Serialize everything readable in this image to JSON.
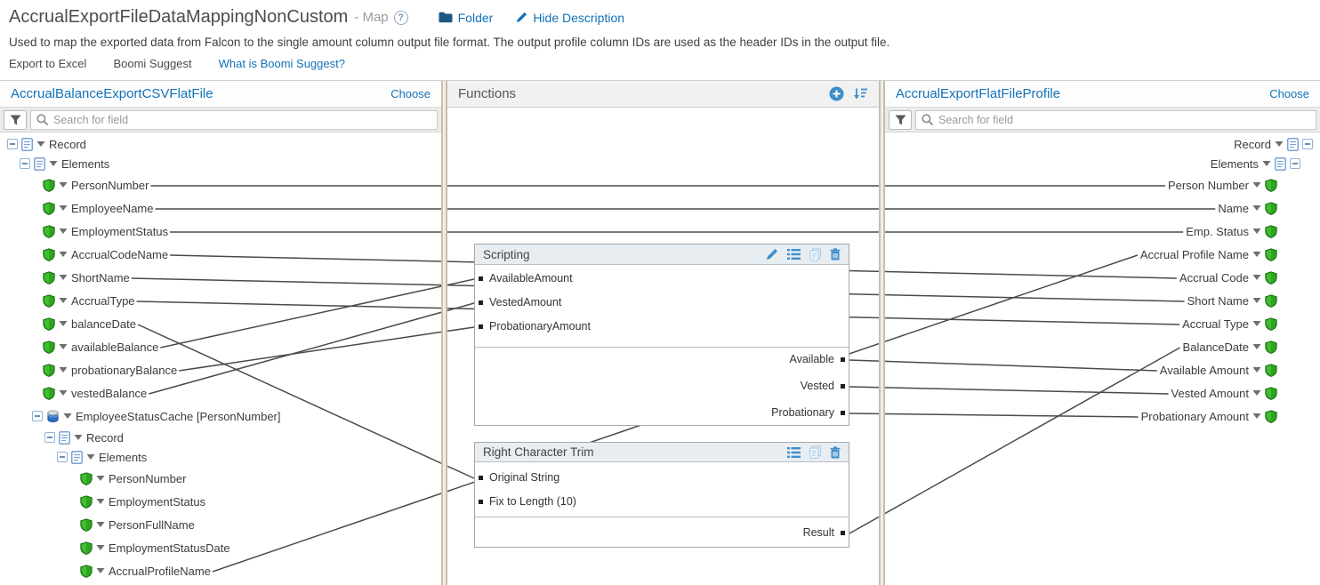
{
  "header": {
    "title": "AccrualExportFileDataMappingNonCustom",
    "subtitle": "- Map",
    "help_glyph": "?",
    "folder_label": "Folder",
    "hide_description_label": "Hide Description",
    "description": "Used to map the exported data from Falcon to the single amount column output file format. The output profile column IDs are used as the header IDs in the output file.",
    "actions": [
      {
        "label": "Export to Excel",
        "link": false
      },
      {
        "label": "Boomi Suggest",
        "link": false
      },
      {
        "label": "What is Boomi Suggest?",
        "link": true
      }
    ]
  },
  "left_panel": {
    "title": "AccrualBalanceExportCSVFlatFile",
    "choose_label": "Choose",
    "search_placeholder": "Search for field",
    "tree": [
      {
        "label": "Record",
        "kind": "group",
        "level": 0
      },
      {
        "label": "Elements",
        "kind": "group",
        "level": 1
      },
      {
        "id": "l-person",
        "label": "PersonNumber",
        "kind": "field",
        "level": 2
      },
      {
        "id": "l-empname",
        "label": "EmployeeName",
        "kind": "field",
        "level": 2
      },
      {
        "id": "l-empstatus",
        "label": "EmploymentStatus",
        "kind": "field",
        "level": 2
      },
      {
        "id": "l-accrualcode",
        "label": "AccrualCodeName",
        "kind": "field",
        "level": 2
      },
      {
        "id": "l-shortname",
        "label": "ShortName",
        "kind": "field",
        "level": 2
      },
      {
        "id": "l-accrualtype",
        "label": "AccrualType",
        "kind": "field",
        "level": 2
      },
      {
        "id": "l-balancedate",
        "label": "balanceDate",
        "kind": "field",
        "level": 2
      },
      {
        "id": "l-availbal",
        "label": "availableBalance",
        "kind": "field",
        "level": 2
      },
      {
        "id": "l-probbal",
        "label": "probationaryBalance",
        "kind": "field",
        "level": 2
      },
      {
        "id": "l-vestbal",
        "label": "vestedBalance",
        "kind": "field",
        "level": 2
      },
      {
        "label": "EmployeeStatusCache [PersonNumber]",
        "kind": "cache",
        "level": 2
      },
      {
        "label": "Record",
        "kind": "group",
        "level": 3
      },
      {
        "label": "Elements",
        "kind": "group",
        "level": 4
      },
      {
        "id": "l-c-person",
        "label": "PersonNumber",
        "kind": "field",
        "level": 5
      },
      {
        "id": "l-c-empstatus",
        "label": "EmploymentStatus",
        "kind": "field",
        "level": 5
      },
      {
        "id": "l-c-fullname",
        "label": "PersonFullName",
        "kind": "field",
        "level": 5
      },
      {
        "id": "l-c-statusdate",
        "label": "EmploymentStatusDate",
        "kind": "field",
        "level": 5
      },
      {
        "id": "l-cache-apn",
        "label": "AccrualProfileName",
        "kind": "field",
        "level": 5
      }
    ]
  },
  "functions_panel": {
    "title": "Functions",
    "boxes": [
      {
        "id": "scr",
        "title": "Scripting",
        "icons": [
          "edit",
          "list",
          "copy",
          "delete"
        ],
        "inputs": [
          "AvailableAmount",
          "VestedAmount",
          "ProbationaryAmount"
        ],
        "outputs": [
          "Available",
          "Vested",
          "Probationary"
        ]
      },
      {
        "id": "trim",
        "title": "Right Character Trim",
        "icons": [
          "list",
          "copy",
          "delete"
        ],
        "inputs": [
          "Original String",
          "Fix to Length (10)"
        ],
        "outputs": [
          "Result"
        ]
      }
    ]
  },
  "right_panel": {
    "title": "AccrualExportFlatFileProfile",
    "choose_label": "Choose",
    "search_placeholder": "Search for field",
    "tree": [
      {
        "label": "Record",
        "kind": "group",
        "level": 0
      },
      {
        "label": "Elements",
        "kind": "group",
        "level": 1
      },
      {
        "id": "r-person",
        "label": "Person Number",
        "kind": "field",
        "level": 2
      },
      {
        "id": "r-name",
        "label": "Name",
        "kind": "field",
        "level": 2
      },
      {
        "id": "r-empstatus",
        "label": "Emp. Status",
        "kind": "field",
        "level": 2
      },
      {
        "id": "r-apn",
        "label": "Accrual Profile Name",
        "kind": "field",
        "level": 2
      },
      {
        "id": "r-accrualcode",
        "label": "Accrual Code",
        "kind": "field",
        "level": 2
      },
      {
        "id": "r-shortname",
        "label": "Short Name",
        "kind": "field",
        "level": 2
      },
      {
        "id": "r-accrualtype",
        "label": "Accrual Type",
        "kind": "field",
        "level": 2
      },
      {
        "id": "r-balancedate",
        "label": "BalanceDate",
        "kind": "field",
        "level": 2
      },
      {
        "id": "r-availamt",
        "label": "Available Amount",
        "kind": "field",
        "level": 2
      },
      {
        "id": "r-vestamt",
        "label": "Vested Amount",
        "kind": "field",
        "level": 2
      },
      {
        "id": "r-probamt",
        "label": "Probationary Amount",
        "kind": "field",
        "level": 2
      }
    ]
  },
  "mappings": [
    [
      "l-person",
      "r-person"
    ],
    [
      "l-empname",
      "r-name"
    ],
    [
      "l-empstatus",
      "r-empstatus"
    ],
    [
      "l-accrualcode",
      "r-accrualcode"
    ],
    [
      "l-shortname",
      "r-shortname"
    ],
    [
      "l-accrualtype",
      "r-accrualtype"
    ],
    [
      "l-balancedate",
      "f-trim-in-0"
    ],
    [
      "l-availbal",
      "f-scr-in-0"
    ],
    [
      "l-vestbal",
      "f-scr-in-1"
    ],
    [
      "l-probbal",
      "f-scr-in-2"
    ],
    [
      "l-cache-apn",
      "r-apn"
    ],
    [
      "f-scr-out-0",
      "r-availamt"
    ],
    [
      "f-scr-out-1",
      "r-vestamt"
    ],
    [
      "f-scr-out-2",
      "r-probamt"
    ],
    [
      "f-trim-out-0",
      "r-balancedate"
    ]
  ],
  "colors": {
    "link_blue": "#1272b9",
    "wire": "#4a4a4a",
    "shield_green": "#2da51f",
    "function_icon_blue": "#3f8fc9"
  }
}
